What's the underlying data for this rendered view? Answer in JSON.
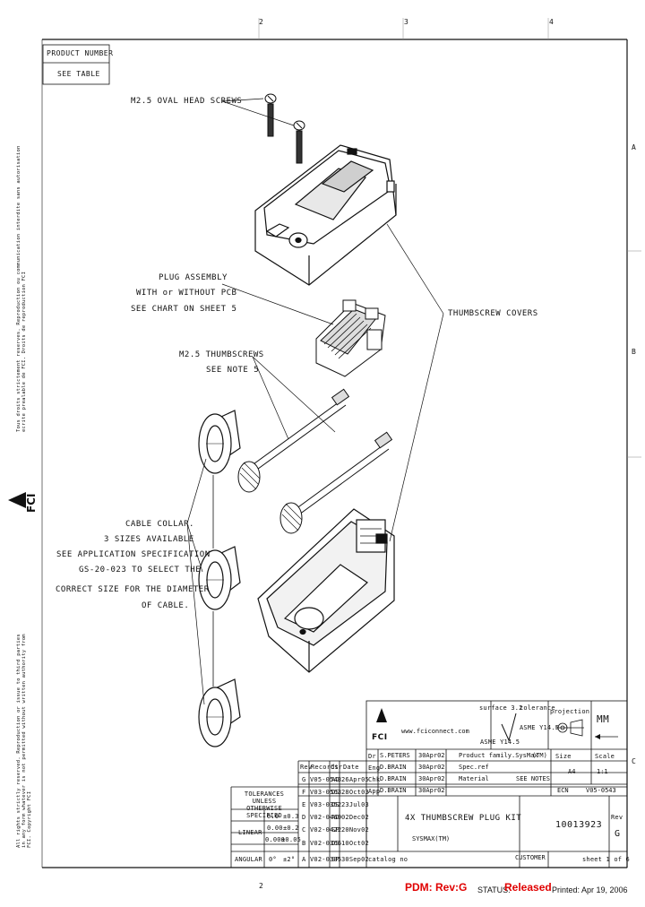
{
  "border": {
    "top_zones": [
      "2",
      "3",
      "4"
    ],
    "right_zones": [
      "A",
      "B",
      "C"
    ],
    "bottom_zone": "2"
  },
  "product_box": {
    "label": "PRODUCT NUMBER",
    "value": "SEE TABLE"
  },
  "left_margin": {
    "copyright_text_1": "Tous droits strictement reserves. Reproduction ou communication interdite sans autorisation ecrite prealable de FCI. Droits de reproduction FCI",
    "copyright_text_2": "All rights strictly reserved. Reproduction or issue to third parties in any form whatever is not permitted without written authority from FCI. Copyright FCI",
    "logo_text": "FCI"
  },
  "callouts": {
    "screws": "M2.5 OVAL HEAD SCREWS",
    "plug_assembly": [
      "PLUG ASSEMBLY",
      "WITH or WITHOUT PCB",
      "SEE CHART ON SHEET 5"
    ],
    "thumbscrews": [
      "M2.5 THUMBSCREWS",
      "SEE NOTE 5"
    ],
    "covers": "THUMBSCREW COVERS",
    "cable_collar": [
      "CABLE COLLAR.",
      "3 SIZES AVAILABLE",
      "SEE APPLICATION SPECIFICATION",
      "GS-20-023 TO SELECT THE",
      "CORRECT SIZE FOR THE DIAMETER",
      "OF CABLE."
    ]
  },
  "title_block": {
    "logo": "FCI",
    "website": "www.fciconnect.com",
    "surface": "surface 3.2",
    "tolerance_label": "tolerance",
    "tolerance_value": "ASME Y14.5",
    "asme": "ASME Y14.5",
    "projection": "projection",
    "units": "MM",
    "rows": [
      {
        "role": "Dr",
        "name": "S.PETERS",
        "date": "30Apr02",
        "field": "Product family.SysMax",
        "value": "(TM)"
      },
      {
        "role": "Eng",
        "name": "D.BRAIN",
        "date": "30Apr02",
        "field": "Spec.ref",
        "value": ""
      },
      {
        "role": "Chk",
        "name": "D.BRAIN",
        "date": "30Apr02",
        "field": "Material",
        "value": "SEE NOTES"
      },
      {
        "role": "App",
        "name": "D.BRAIN",
        "date": "30Apr02",
        "field": "ECN",
        "value": "V05-0543"
      }
    ],
    "size_label": "Size",
    "size": "A4",
    "scale_label": "Scale",
    "scale": "1:1",
    "rev_headers": [
      "Rev",
      "Records",
      "Ctr",
      "Date"
    ],
    "revs": [
      {
        "rev": "G",
        "ecn": "V05-0543",
        "ctr": "AD",
        "date": "26Apr05"
      },
      {
        "rev": "F",
        "ecn": "V03-0563",
        "ctr": "DS",
        "date": "28Oct03"
      },
      {
        "rev": "E",
        "ecn": "V03-0352",
        "ctr": "DS",
        "date": "23Jul03"
      },
      {
        "rev": "D",
        "ecn": "V02-0469",
        "ctr": "AD",
        "date": "02Dec02"
      },
      {
        "rev": "C",
        "ecn": "V02-0422",
        "ctr": "SP",
        "date": "20Nov02"
      },
      {
        "rev": "B",
        "ecn": "V02-0366",
        "ctr": "DS",
        "date": "10Oct02"
      },
      {
        "rev": "A",
        "ecn": "V02-0305",
        "ctr": "SP",
        "date": "30Sep02"
      }
    ],
    "tolerances_header": "TOLERANCES UNLESS OTHERWISE SPECIFIED",
    "tol_linear": "LINEAR",
    "tol_angular": "ANGULAR",
    "tol_rows": [
      [
        "0.0",
        "±0.3"
      ],
      [
        "0.00",
        "±0.2"
      ],
      [
        "0.000",
        "±0.05"
      ],
      [
        "0°",
        "±2°"
      ]
    ],
    "title": "4X THUMBSCREW PLUG KIT",
    "subtitle": "SYSMAX(TM)",
    "catalog": "catalog no",
    "drawing_number": "10013923",
    "rev_label": "Rev",
    "rev": "G",
    "customer": "CUSTOMER",
    "sheet": "sheet 1 of 6"
  },
  "pdm": {
    "pdm_text": "PDM: Rev:G",
    "status_label": "STATUS:",
    "status_value": "Released",
    "printed": "Printed: Apr 19, 2006"
  },
  "colors": {
    "pdm_red": "#e00000",
    "line": "#111111"
  }
}
